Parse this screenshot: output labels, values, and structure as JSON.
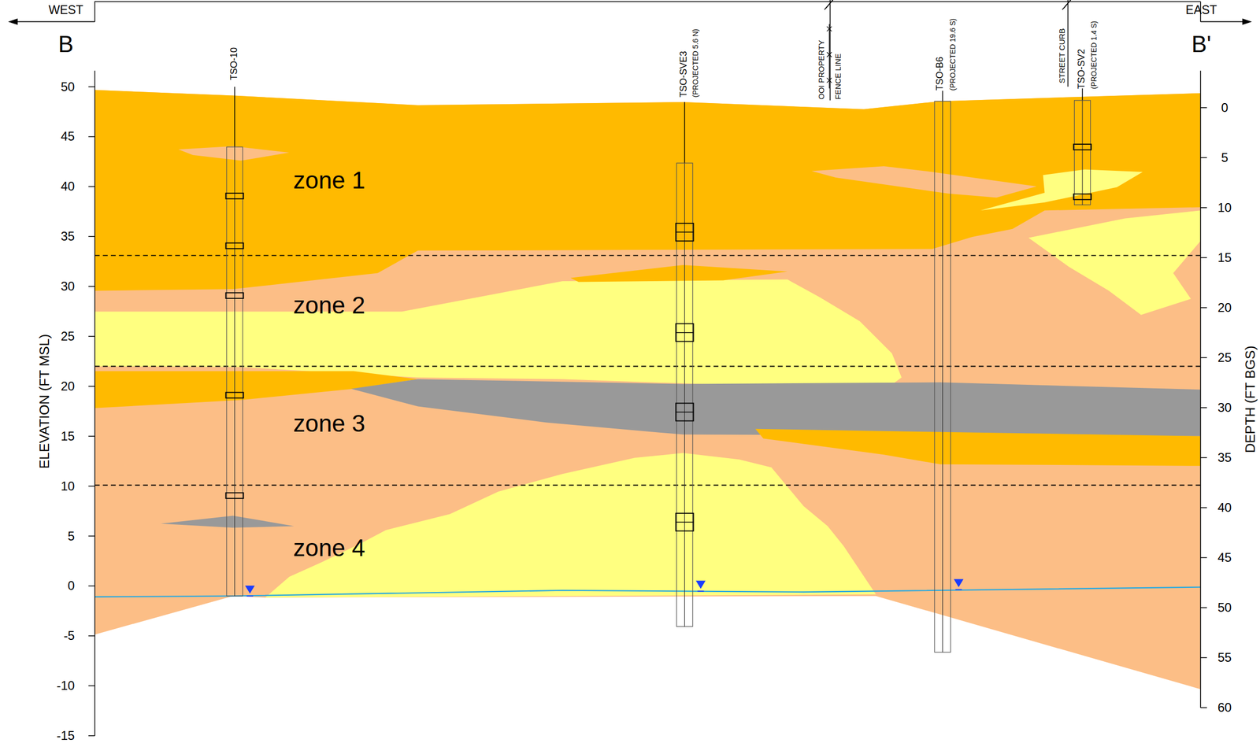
{
  "diagram": {
    "labels": [
      "WEST",
      "B",
      "EAST",
      "B'",
      "TSO-10",
      "TSO-SVE3",
      "(PROJECTED 5.6 N)",
      "OOI PROPERTY",
      "FENCE LINE",
      "TSO-B6",
      "(PROJECTED 19.6 S)",
      "STREET CURB",
      "TSO-SV2",
      "(PROJECTED 1.4 S)",
      "50",
      "45",
      "40",
      "35",
      "30",
      "25",
      "20",
      "15",
      "10",
      "5",
      "0",
      "-5",
      "-10",
      "-15",
      "ELEVATION (FT MSL)",
      "0",
      "5",
      "10",
      "15",
      "20",
      "25",
      "30",
      "35",
      "40",
      "45",
      "50",
      "55",
      "60",
      "DEPTH (FT BGS)",
      "zone 1",
      "zone 2",
      "zone 3",
      "zone 4"
    ]
  }
}
